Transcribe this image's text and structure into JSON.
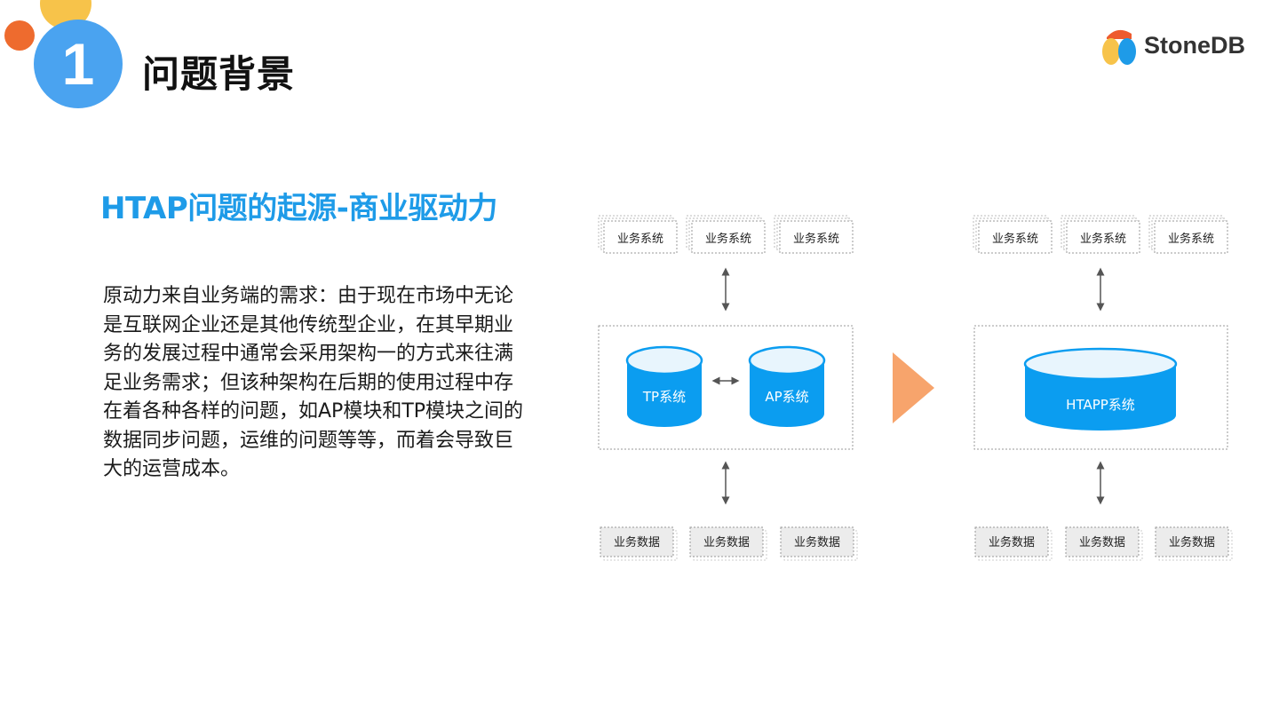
{
  "header": {
    "section_number": "1",
    "section_title": "问题背景",
    "logo_name": "StoneDB"
  },
  "content": {
    "heading": "HTAP问题的起源-商业驱动力",
    "paragraph": "原动力来自业务端的需求：由于现在市场中无论是互联网企业还是其他传统型企业，在其早期业务的发展过程中通常会采用架构一的方式来往满足业务需求；但该种架构在后期的使用过程中存在着各种各样的问题，如AP模块和TP模块之间的数据同步问题，运维的问题等等，而着会导致巨大的运营成本。"
  },
  "diagram": {
    "left": {
      "systems": [
        "业务系统",
        "业务系统",
        "业务系统"
      ],
      "db_tp": "TP系统",
      "db_ap": "AP系统",
      "data": [
        "业务数据",
        "业务数据",
        "业务数据"
      ]
    },
    "right": {
      "systems": [
        "业务系统",
        "业务系统",
        "业务系统"
      ],
      "db_htap": "HTAPP系统",
      "data": [
        "业务数据",
        "业务数据",
        "业务数据"
      ]
    },
    "colors": {
      "db_fill": "#0b9df0",
      "db_top": "#e8f5fd",
      "arrow": "#f7a46c"
    }
  }
}
